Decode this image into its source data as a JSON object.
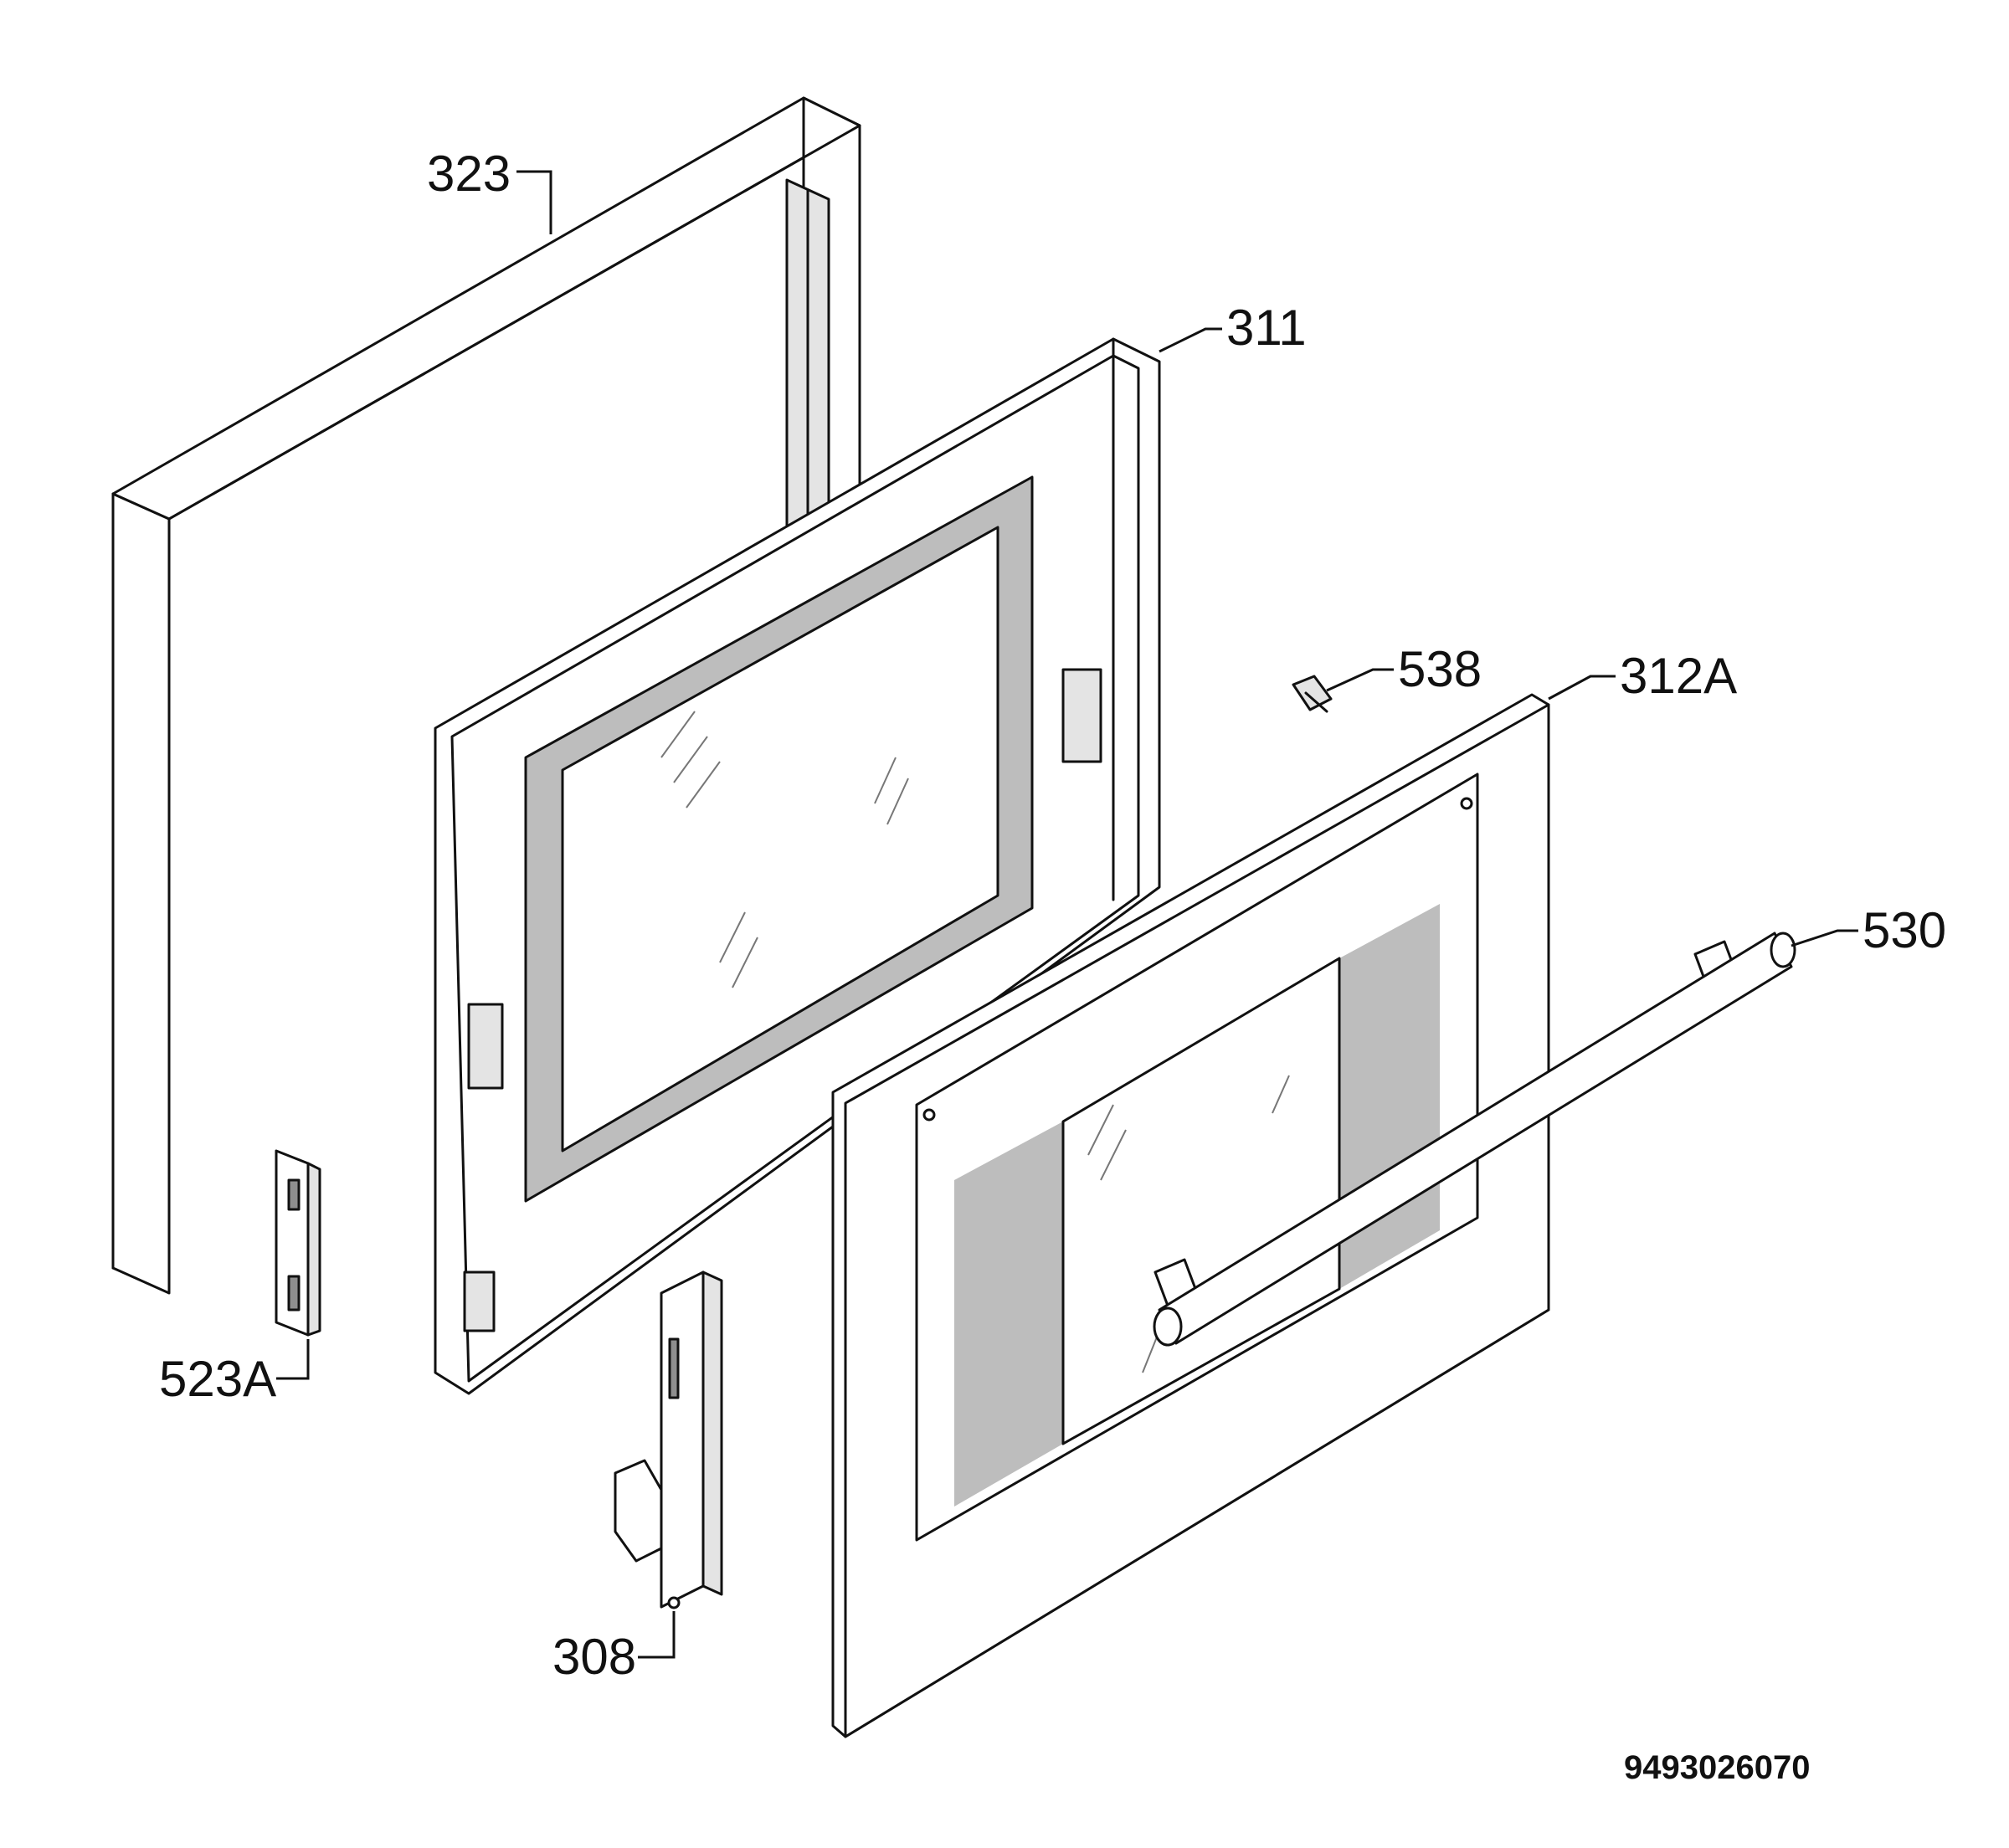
{
  "labels": {
    "frame": "323",
    "inner_door": "311",
    "screw": "538",
    "outer_panel": "312A",
    "handle": "530",
    "left_clip": "523A",
    "hinge": "308"
  },
  "document_number": "9493026070"
}
